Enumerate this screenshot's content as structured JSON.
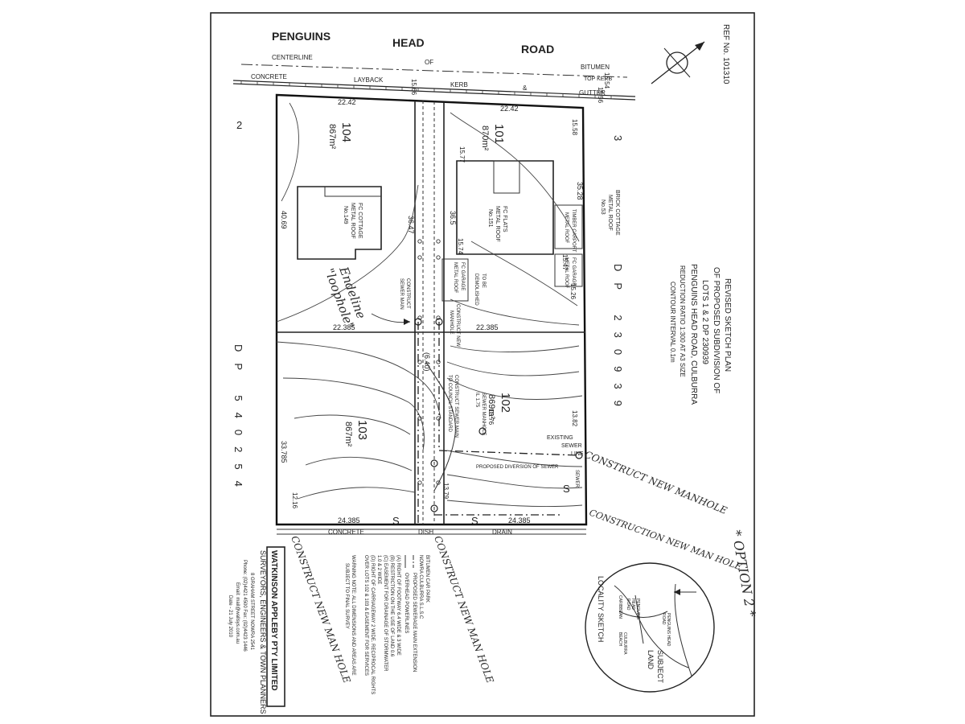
{
  "road": {
    "name_words": [
      "PENGUINS",
      "HEAD",
      "ROAD"
    ],
    "centerline": "CENTERLINE",
    "of": "OF",
    "bitumen": "BITUMEN",
    "layback_words": [
      "CONCRETE",
      "LAYBACK",
      "KERB",
      "&",
      "GUTTER"
    ],
    "top_kerb": "TOP KERB",
    "levels": [
      "15.66",
      "15.54",
      "15.56",
      "15.58"
    ]
  },
  "ref_no": "REF No. 101310",
  "lots": [
    {
      "number": "104",
      "area": "867m²"
    },
    {
      "number": "101",
      "area": "870m²"
    },
    {
      "number": "102",
      "area": "869m²"
    },
    {
      "number": "103",
      "area": "867m²"
    }
  ],
  "dimensions": {
    "front_left": "22.42",
    "front_right": "22.42",
    "mid_left": "22.385",
    "mid_right": "22.385",
    "rear_left": "24.385",
    "rear_right": "24.385",
    "side_left": "40.69",
    "side_mid_a": "36.47",
    "side_mid_b": "36.5",
    "side_right": "35.28",
    "side_lower": "33.785",
    "lane": "(6.40)"
  },
  "neighbours": {
    "left_lot": "2",
    "right_lot": "3",
    "dp_left": "DP 540254",
    "dp_right": "DP 230939",
    "brick_cottage": [
      "BRICK COTTAGE",
      "METAL ROOF",
      "No.53"
    ]
  },
  "buildings": {
    "fc_cottage": [
      "FC COTTAGE",
      "METAL ROOF",
      "No.149"
    ],
    "fc_flats": [
      "FC FLATS",
      "METAL ROOF",
      "No.151"
    ],
    "timber_carport": [
      "TIMBER CARPORT",
      "METAL ROOF"
    ],
    "fc_garage_left": [
      "FC GARAGE",
      "METAL ROOF"
    ],
    "fc_garage_right": [
      "FC GARAGE",
      "METAL ROOF"
    ],
    "demolished": [
      "TO BE",
      "DEMOLISHED"
    ]
  },
  "spot_levels": [
    "15.77",
    "15.58",
    "15.74",
    "15.47",
    "15.26",
    "13.82",
    "13.76",
    "13.79",
    "12.16"
  ],
  "sewer_notes": {
    "construct_sewer_main": [
      "CONSTRUCT",
      "SEWER MAIN"
    ],
    "construct_new_manhole": [
      "CONSTRUCT NEW",
      "MANHOLE"
    ],
    "construct_to_council": [
      "CONSTRUCT SEWER MAIN",
      "TO COUNCIL STANDARD"
    ],
    "sewer_manhole": [
      "SEWER MANHOLE",
      "IL 1.75"
    ],
    "existing_sewer_line": [
      "EXISTING",
      "SEWER",
      "LINE"
    ],
    "proposed_diversion": "PROPOSED DIVERSION OF SEWER",
    "sewer_main": "SEWER"
  },
  "drain": {
    "concrete": "CONCRETE",
    "dish": "DISH",
    "drain": "DRAIN"
  },
  "title_block": {
    "lines": [
      "REVISED SKETCH PLAN",
      "OF PROPOSED SUBDIVISION OF",
      "LOTS 1 & 2 DP 230939",
      "PENGUINS HEAD ROAD, CULBURRA",
      "REDUCTION RATIO 1:300 AT A3 SIZE",
      "CONTOUR INTERVAL 0.1m"
    ]
  },
  "legend": {
    "sewer_line": "PROPOSED SEWERAGE MAIN EXTENSION",
    "power_line": "OVERHEAD POWERLINES",
    "items": [
      "(A) RIGHT OF FOOTWAY 6.4 WIDE & 3 WIDE",
      "(B) RESTRICTION ON THE USE OF LAND 0.6",
      "(C) EASEMENT FOR DRAINAGE OF STORMWATER",
      "     1.0 & 2 WIDE",
      "(D) RIGHT OF CARRIAGEWAY 2 WIDE. RECIPROCAL RIGHTS",
      "     OVER LOTS 102 & 103 & EASEMENT FOR SERVICES"
    ],
    "notes": [
      "BITUMEN CAR PARK",
      "NOWRA CULBURRA S.L.S.C",
      "WARNING NOTE: ALL DIMENSIONS AND AREAS ARE",
      "SUBJECT TO FINAL SURVEY"
    ]
  },
  "firm": {
    "name": "WATKINSON APPLEBY PTY LIMITED",
    "tagline": "SURVEYORS, ENGINEERS & TOWN PLANNERS",
    "address": "8 GRAHAM STREET NOWRA 2541",
    "phone": "Phone: (02)4421 4500  Fax: (02)4423 1446",
    "email": "Email: mail@wallsys.com.au",
    "date": "Date - 21 July 2010"
  },
  "locality": {
    "title": "LOCALITY SKETCH",
    "subject": [
      "SUBJECT",
      "LAND"
    ],
    "labels": [
      "CARIBBEAN",
      "PENGUINS",
      "HEAD",
      "ROAD",
      "CULBURRA",
      "BEACH",
      "PENGUINS HEAD",
      "ROAD"
    ]
  },
  "handwritten": {
    "endeline": "Endeline",
    "loophole": "\"loophole\"",
    "new_manhole_1": "CONSTRUCT NEW MANHOLE",
    "new_manhole_2": "CONSTRUCTION NEW MAN HOLE",
    "new_manhole_3": "CONSTRUCT NEW MAN HOLE",
    "new_manhole_4": "CONSTRUCT NEW MAN HOLE",
    "option": "* OPTION 2 *"
  }
}
